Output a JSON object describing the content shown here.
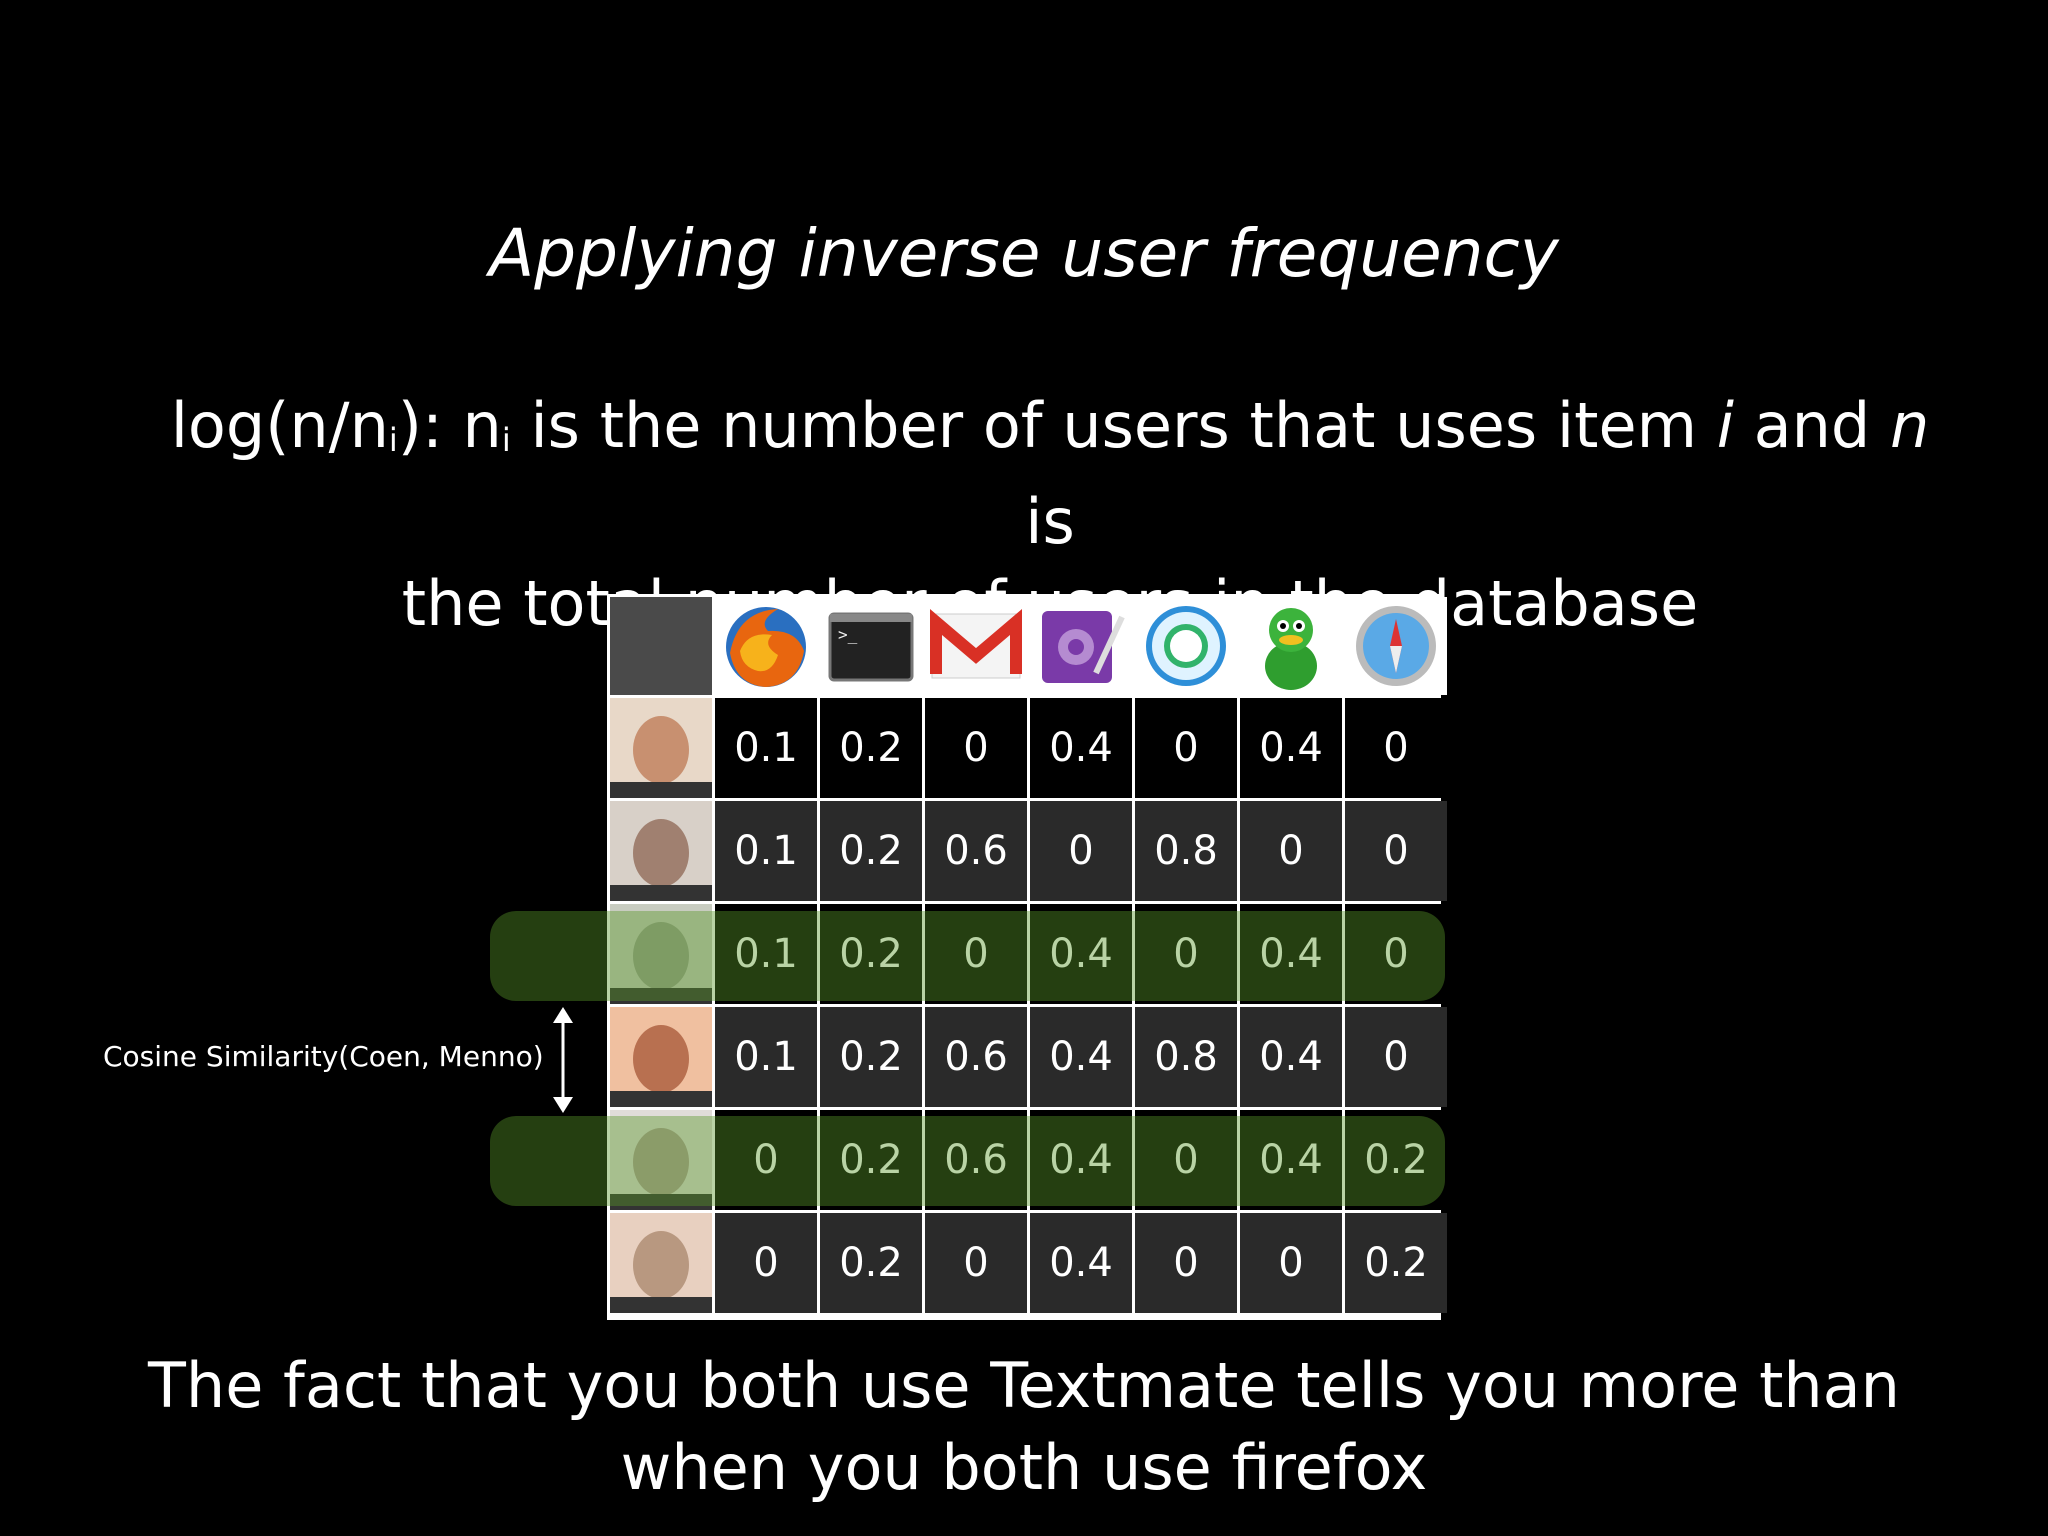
{
  "slide": {
    "title": "Applying inverse user frequency",
    "formula": {
      "prefix": "log(n/n",
      "sub": "i",
      "mid": "):  n",
      "sub2": "i",
      "text1": " is the number of users that uses item ",
      "var_i": "i",
      "text2": " and ",
      "var_n": "n",
      "text3": " is",
      "line2": "the total number of users in the database"
    },
    "similarity_label": "Cosine Similarity(Coen, Menno)",
    "caption_line1": "The fact that you both use Textmate tells you more than",
    "caption_line2": "when you both use firefox"
  },
  "table": {
    "item_icons": [
      "firefox-icon",
      "terminal-icon",
      "gmail-icon",
      "textmate-icon",
      "itunes-disc-icon",
      "adium-duck-icon",
      "safari-compass-icon"
    ],
    "users": [
      "user-1-avatar",
      "user-2-avatar",
      "user-3-avatar",
      "user-4-avatar",
      "user-5-avatar",
      "user-6-avatar"
    ],
    "rows": [
      [
        "0.1",
        "0.2",
        "0",
        "0.4",
        "0",
        "0.4",
        "0"
      ],
      [
        "0.1",
        "0.2",
        "0.6",
        "0",
        "0.8",
        "0",
        "0"
      ],
      [
        "0.1",
        "0.2",
        "0",
        "0.4",
        "0",
        "0.4",
        "0"
      ],
      [
        "0.1",
        "0.2",
        "0.6",
        "0.4",
        "0.8",
        "0.4",
        "0"
      ],
      [
        "0",
        "0.2",
        "0.6",
        "0.4",
        "0",
        "0.4",
        "0.2"
      ],
      [
        "0",
        "0.2",
        "0",
        "0.4",
        "0",
        "0",
        "0.2"
      ]
    ],
    "highlighted_rows": [
      2,
      4
    ],
    "colors": {
      "highlight": "#5a9a2a",
      "dark_row": "#000000",
      "gray_row": "#2a2a2a"
    }
  }
}
